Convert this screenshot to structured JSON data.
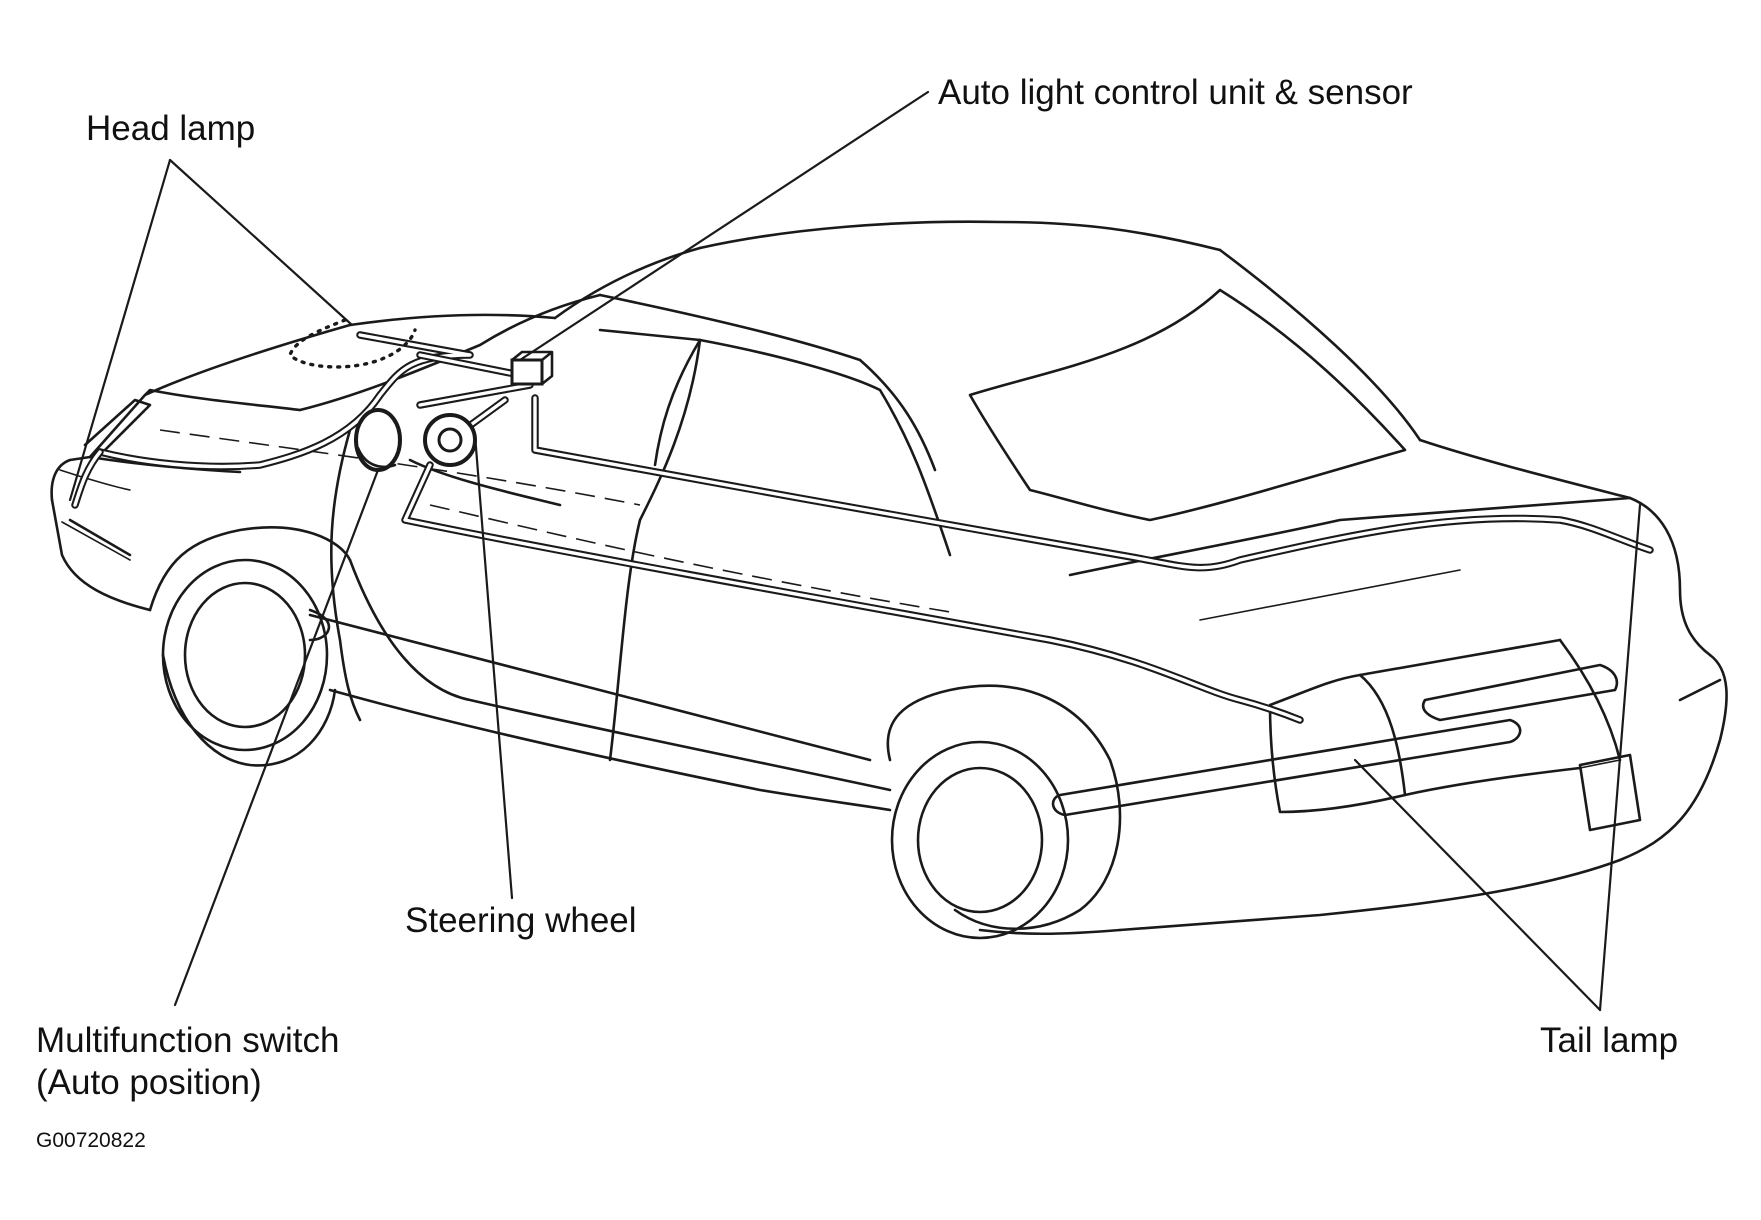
{
  "labels": {
    "head_lamp": "Head lamp",
    "auto_light_control": "Auto light control unit & sensor",
    "steering_wheel": "Steering wheel",
    "multifunction_switch_line1": "Multifunction switch",
    "multifunction_switch_line2": "(Auto position)",
    "tail_lamp": "Tail lamp",
    "figure_code": "G00720822"
  }
}
